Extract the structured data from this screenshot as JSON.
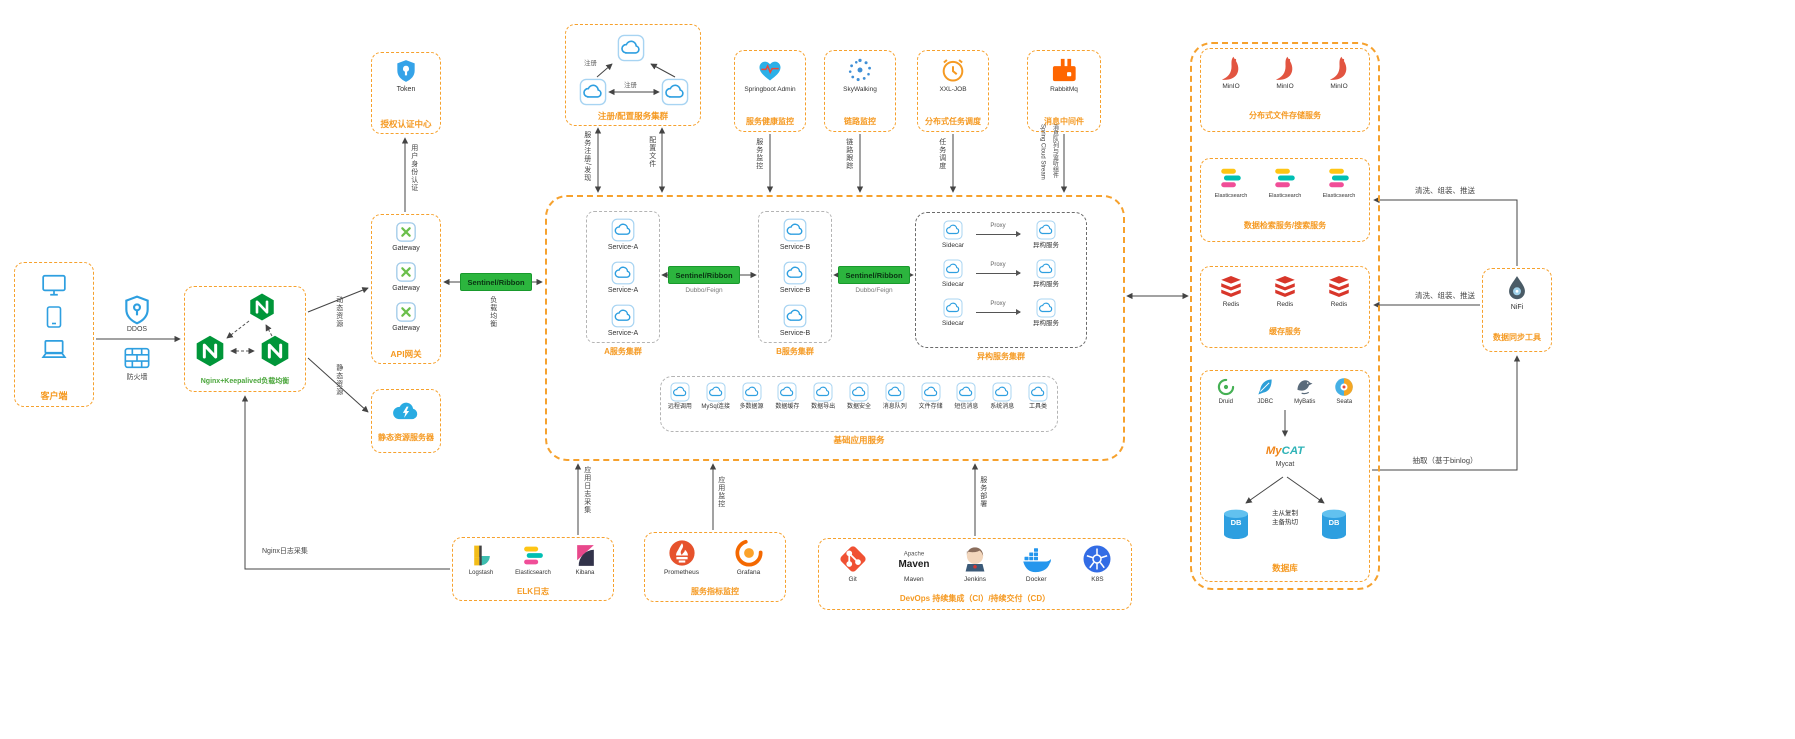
{
  "nodes": {
    "client": {
      "label": "客户端"
    },
    "ddos": {
      "label": "DDOS"
    },
    "firewall": {
      "label": "防火墙"
    },
    "nginx": {
      "label": "Nginx+Keepalived负载均衡"
    },
    "auth": {
      "item": "Token",
      "label": "授权认证中心"
    },
    "gateway": {
      "label": "API网关",
      "items": [
        {
          "label": "Gateway",
          "icon": "gateway-icon"
        },
        {
          "label": "Gateway",
          "icon": "gateway-icon"
        },
        {
          "label": "Gateway",
          "icon": "gateway-icon"
        }
      ]
    },
    "static_server": {
      "label": "静态资源服务器"
    },
    "sentinel_gw": {
      "label": "Sentinel/Ribbon"
    },
    "sentinel_ab": {
      "label": "Sentinel/Ribbon",
      "sub": "Dubbo/Feign"
    },
    "sentinel_bh": {
      "label": "Sentinel/Ribbon",
      "sub": "Dubbo/Feign"
    },
    "registry": {
      "label": "注册/配置服务集群",
      "register_label": "注册",
      "sync_label": "注册"
    },
    "sba": {
      "item": "Springboot Admin",
      "label": "服务健康监控"
    },
    "skywalking": {
      "item": "SkyWalking",
      "label": "链路监控"
    },
    "xxljob": {
      "item": "XXL-JOB",
      "label": "分布式任务调度"
    },
    "rabbitmq": {
      "item": "RabbitMq",
      "label": "消息中间件"
    },
    "cluster_a": {
      "label": "A服务集群",
      "items": [
        {
          "label": "Service-A",
          "icon": "cloud-icon"
        },
        {
          "label": "Service-A",
          "icon": "cloud-icon"
        },
        {
          "label": "Service-A",
          "icon": "cloud-icon"
        }
      ]
    },
    "cluster_b": {
      "label": "B服务集群",
      "items": [
        {
          "label": "Service-B",
          "icon": "cloud-icon"
        },
        {
          "label": "Service-B",
          "icon": "cloud-icon"
        },
        {
          "label": "Service-B",
          "icon": "cloud-icon"
        }
      ]
    },
    "hetero": {
      "label": "异构服务集群",
      "rows": [
        {
          "left": "Sidecar",
          "mid": "Proxy",
          "right": "异构服务",
          "licon": "cloud-icon",
          "ricon": "cloud-icon"
        },
        {
          "left": "Sidecar",
          "mid": "Proxy",
          "right": "异构服务",
          "licon": "cloud-icon",
          "ricon": "cloud-icon"
        },
        {
          "left": "Sidecar",
          "mid": "Proxy",
          "right": "异构服务",
          "licon": "cloud-icon",
          "ricon": "cloud-icon"
        }
      ]
    },
    "basics": {
      "label": "基础应用服务",
      "items": [
        {
          "label": "远程调用",
          "icon": "cloud-icon"
        },
        {
          "label": "MySql连接",
          "icon": "cloud-icon"
        },
        {
          "label": "多数据源",
          "icon": "cloud-icon"
        },
        {
          "label": "数据缓存",
          "icon": "cloud-icon"
        },
        {
          "label": "数据导出",
          "icon": "cloud-icon"
        },
        {
          "label": "数据安全",
          "icon": "cloud-icon"
        },
        {
          "label": "消息队列",
          "icon": "cloud-icon"
        },
        {
          "label": "文件存储",
          "icon": "cloud-icon"
        },
        {
          "label": "短信消息",
          "icon": "cloud-icon"
        },
        {
          "label": "系统消息",
          "icon": "cloud-icon"
        },
        {
          "label": "工具类",
          "icon": "cloud-icon"
        }
      ]
    },
    "elk": {
      "label": "ELK日志",
      "items": [
        {
          "label": "Logstash",
          "icon": "logstash-icon"
        },
        {
          "label": "Elasticsearch",
          "icon": "elasticsearch-icon"
        },
        {
          "label": "Kibana",
          "icon": "kibana-icon"
        }
      ]
    },
    "metrics": {
      "label": "服务指标监控",
      "items": [
        {
          "label": "Prometheus",
          "icon": "prometheus-icon"
        },
        {
          "label": "Grafana",
          "icon": "grafana-icon"
        }
      ]
    },
    "devops": {
      "label": "DevOps 持续集成（CI）/持续交付（CD）",
      "items": [
        {
          "label": "Git",
          "icon": "git-icon"
        },
        {
          "label": "Maven",
          "icon": "maven-icon"
        },
        {
          "label": "Jenkins",
          "icon": "jenkins-icon"
        },
        {
          "label": "Docker",
          "icon": "docker-icon"
        },
        {
          "label": "K8S",
          "icon": "k8s-icon"
        }
      ]
    },
    "minio": {
      "label": "分布式文件存储服务",
      "items": [
        {
          "label": "MinIO",
          "icon": "minio-icon"
        },
        {
          "label": "MinIO",
          "icon": "minio-icon"
        },
        {
          "label": "MinIO",
          "icon": "minio-icon"
        }
      ]
    },
    "search": {
      "label": "数据检索服务/搜索服务",
      "items": [
        {
          "label": "Elasticsearch",
          "icon": "elasticsearch-icon"
        },
        {
          "label": "Elasticsearch",
          "icon": "elasticsearch-icon"
        },
        {
          "label": "Elasticsearch",
          "icon": "elasticsearch-icon"
        }
      ]
    },
    "cache": {
      "label": "缓存服务",
      "items": [
        {
          "label": "Redis",
          "icon": "redis-icon"
        },
        {
          "label": "Redis",
          "icon": "redis-icon"
        },
        {
          "label": "Redis",
          "icon": "redis-icon"
        }
      ]
    },
    "database": {
      "label": "数据库",
      "mycat": "Mycat",
      "db_left": "DB",
      "db_right": "DB",
      "replica_line1": "主从复制",
      "replica_line2": "主备热切",
      "drivers": [
        {
          "label": "Druid",
          "icon": "druid-icon"
        },
        {
          "label": "JDBC",
          "icon": "jdbc-icon"
        },
        {
          "label": "MyBatis",
          "icon": "mybatis-icon"
        },
        {
          "label": "Seata",
          "icon": "seata-icon"
        }
      ]
    },
    "nifi": {
      "item": "NiFi",
      "label": "数据同步工具"
    }
  },
  "edge_labels": {
    "dynamic_resource": "动态资源",
    "static_resource": "静态资源",
    "user_auth": "用户身份认证",
    "load_balance": "负载均衡",
    "register_discover": "服务注册/发现",
    "config_file": "配置文件",
    "service_monitor": "服务监控",
    "trace": "链路跟踪",
    "task_schedule": "任务调度",
    "stream_line1": "Spring Cloud Stream",
    "stream_line2": "消息队列与监听组件",
    "app_log_collect": "应用日志采集",
    "nginx_log_collect": "Nginx日志采集",
    "app_monitor": "应用监控",
    "service_deploy": "服务部署",
    "clean_push_1": "清洗、组装、推送",
    "clean_push_2": "清洗、组装、推送",
    "extract_binlog": "抽取（基于binlog）"
  }
}
